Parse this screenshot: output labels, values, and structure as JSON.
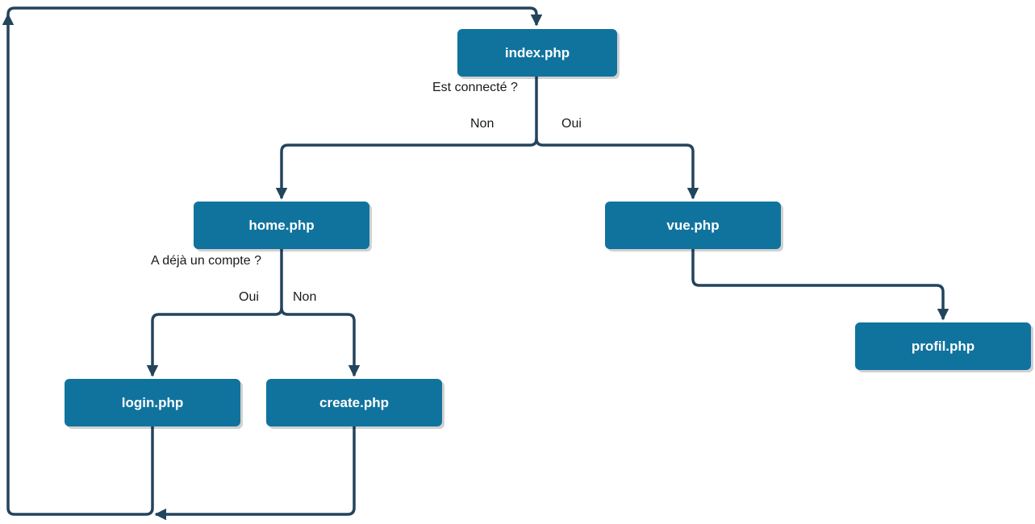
{
  "colors": {
    "node_fill": "#10739e",
    "node_text": "#ffffff",
    "edge": "#23445d",
    "label_text": "#1a1a1a"
  },
  "nodes": {
    "index": "index.php",
    "home": "home.php",
    "vue": "vue.php",
    "login": "login.php",
    "create": "create.php",
    "profil": "profil.php"
  },
  "labels": {
    "est_connecte": "Est connecté ?",
    "non_1": "Non",
    "oui_1": "Oui",
    "deja_compte": "A déjà un compte ?",
    "oui_2": "Oui",
    "non_2": "Non"
  }
}
